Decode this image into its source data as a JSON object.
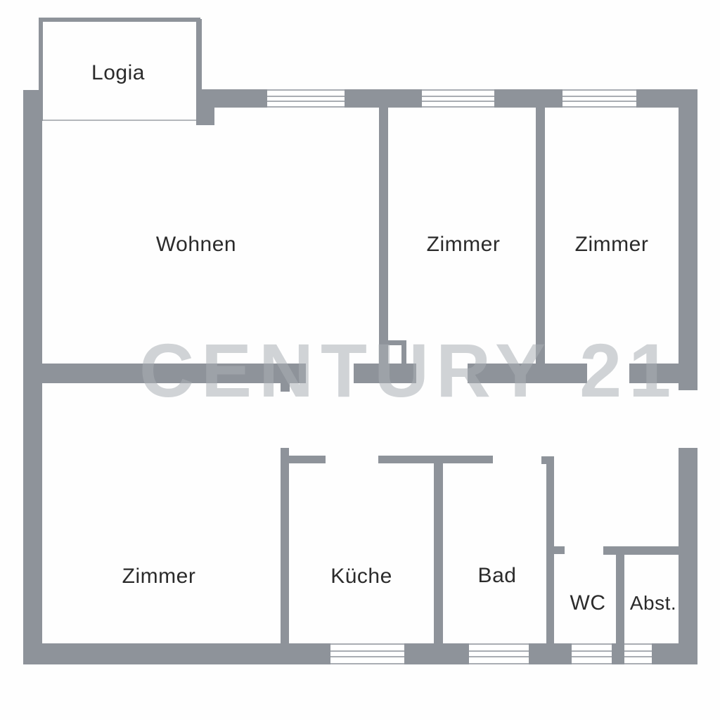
{
  "floorplan": {
    "rooms": {
      "logia": {
        "label": "Logia"
      },
      "wohnen": {
        "label": "Wohnen"
      },
      "zimmer_top_center": {
        "label": "Zimmer"
      },
      "zimmer_top_right": {
        "label": "Zimmer"
      },
      "zimmer_bottom": {
        "label": "Zimmer"
      },
      "kueche": {
        "label": "Küche"
      },
      "bad": {
        "label": "Bad"
      },
      "wc": {
        "label": "WC"
      },
      "abstellraum": {
        "label": "Abst."
      }
    },
    "watermark": {
      "text": "CENTURY 21"
    },
    "colors": {
      "wall": "#8e939a",
      "window_line": "#a9adb3",
      "threshold_line": "#b4b7bb",
      "label_text": "#2b2b2b",
      "watermark": "rgba(170,175,181,0.55)",
      "background": "#ffffff"
    }
  }
}
